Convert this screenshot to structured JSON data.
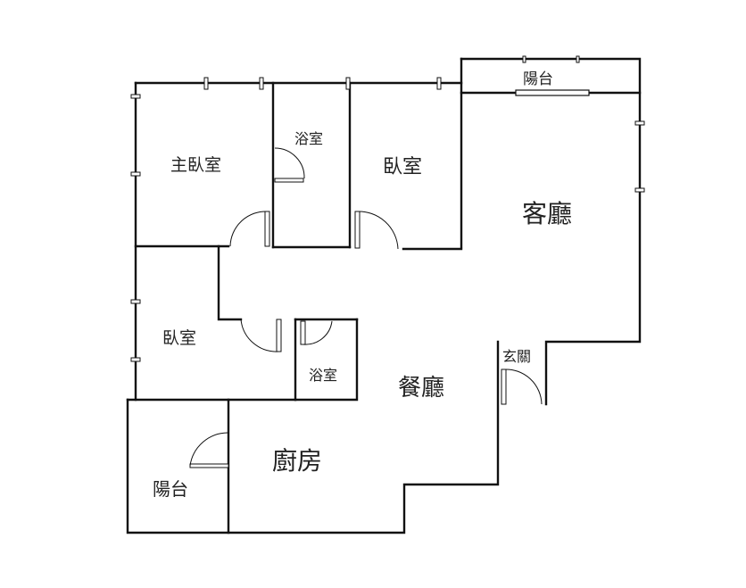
{
  "rooms": {
    "master_bedroom": "主臥室",
    "bath_top": "浴室",
    "bedroom_top": "臥室",
    "balcony_top": "陽台",
    "living_room": "客廳",
    "bedroom_left": "臥室",
    "bath_mid": "浴室",
    "dining_room": "餐廳",
    "entrance": "玄關",
    "kitchen": "廚房",
    "balcony_bottom": "陽台"
  }
}
